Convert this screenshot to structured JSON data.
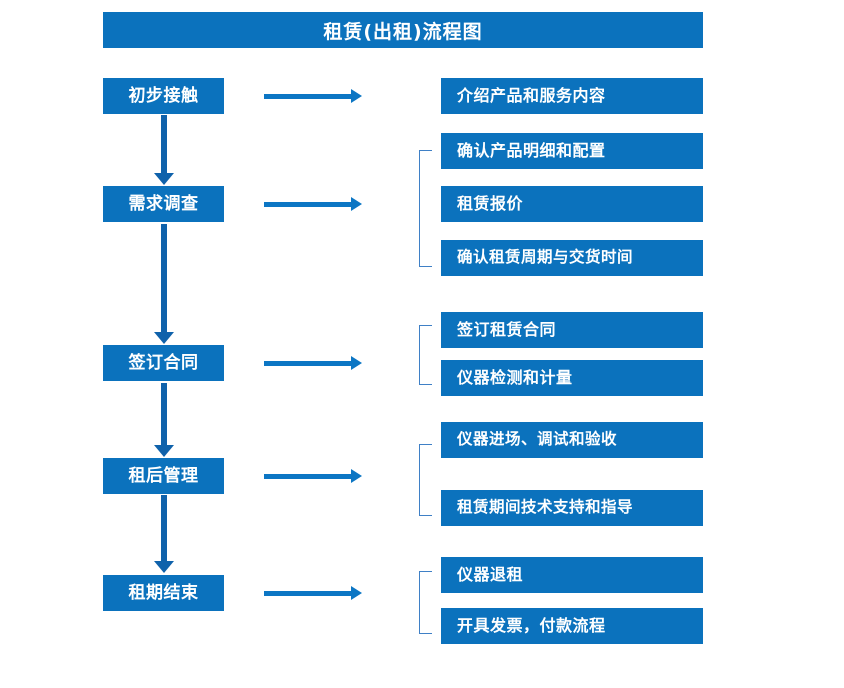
{
  "title": "租赁(出租)流程图",
  "colors": {
    "box_fill": "#0b72bd",
    "box_text": "#ffffff",
    "h_arrow": "#0c76c4",
    "v_arrow": "#0f62ab",
    "bracket": "#3f80c6",
    "background": "#ffffff"
  },
  "stages": [
    {
      "label": "初步接触"
    },
    {
      "label": "需求调查"
    },
    {
      "label": "签订合同"
    },
    {
      "label": "租后管理"
    },
    {
      "label": "租期结束"
    }
  ],
  "details": [
    {
      "label": "介绍产品和服务内容"
    },
    {
      "label": "确认产品明细和配置"
    },
    {
      "label": "租赁报价"
    },
    {
      "label": "确认租赁周期与交货时间"
    },
    {
      "label": "签订租赁合同"
    },
    {
      "label": "仪器检测和计量"
    },
    {
      "label": "仪器进场、调试和验收"
    },
    {
      "label": "租赁期间技术支持和指导"
    },
    {
      "label": "仪器退租"
    },
    {
      "label": "开具发票，付款流程"
    }
  ]
}
